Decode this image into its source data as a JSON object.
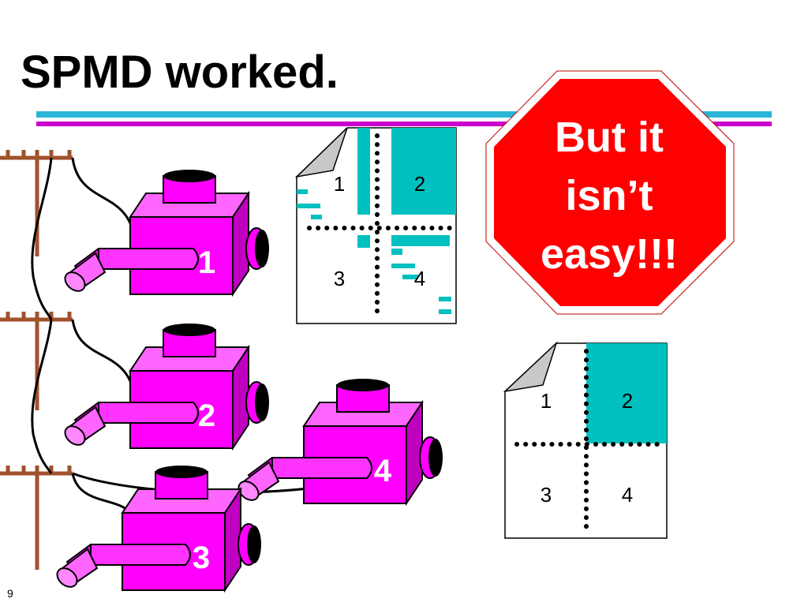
{
  "slide": {
    "title": "SPMD worked.",
    "page_number": "9"
  },
  "stop_sign": {
    "lines": [
      "But it",
      "isn’t",
      "easy!!!"
    ],
    "color": "#ff0000"
  },
  "matrix_top": {
    "quadrants": [
      "1",
      "2",
      "3",
      "4"
    ]
  },
  "matrix_bottom": {
    "quadrants": [
      "1",
      "2",
      "3",
      "4"
    ]
  },
  "processors": [
    {
      "label": "1"
    },
    {
      "label": "2"
    },
    {
      "label": "4"
    },
    {
      "label": "3"
    }
  ],
  "colors": {
    "processor": "#ff00ff",
    "processor_dark": "#bb00bb",
    "teal": "#00c0c0",
    "rule_cyan": "#29b6d6",
    "rule_magenta": "#cc00cc",
    "pole": "#a0522d"
  }
}
